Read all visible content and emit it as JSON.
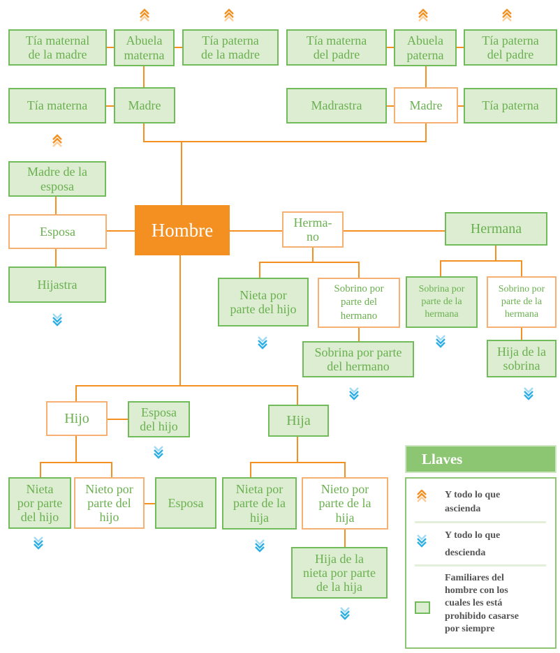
{
  "colors": {
    "connector": "#f39021",
    "green_fill": "#dcedd2",
    "green_border": "#72bb5a",
    "green_text": "#6ab04f",
    "white_border": "#f6b072",
    "center_fill": "#f39021",
    "up_arrow": "#f39021",
    "down_arrow": "#2eaee4"
  },
  "nodes": {
    "tia_maternal_madre": "Tía maternal\nde la madre",
    "abuela_materna": "Abuela\nmaterna",
    "tia_paterna_madre": "Tía paterna\nde la madre",
    "tia_materna_padre": "Tía materna\ndel padre",
    "abuela_paterna": "Abuela\npaterna",
    "tia_paterna_padre": "Tía paterna\ndel padre",
    "tia_materna": "Tía materna",
    "madre": "Madre",
    "madrastra": "Madrastra",
    "madre2": "Madre",
    "tia_paterna": "Tía paterna",
    "madre_esposa": "Madre de la\nesposa",
    "esposa": "Esposa",
    "hijastra": "Hijastra",
    "hombre": "Hombre",
    "hermano": "Herma-\nno",
    "hermana": "Hermana",
    "nieta_hijo_h": "Nieta por\nparte del hijo",
    "sobrino_hermano": "Sobrino por\nparte del\nhermano",
    "sobrina_hermana": "Sobrina por\nparte de la\nhermana",
    "sobrino_hermana": "Sobrino por\nparte de la\nhermana",
    "sobrina_hermano": "Sobrina por parte\ndel hermano",
    "hija_sobrina": "Hija de la\nsobrina",
    "hijo": "Hijo",
    "esposa_hijo": "Esposa\ndel hijo",
    "hija": "Hija",
    "nieta_hijo": "Nieta\npor parte\ndel hijo",
    "nieto_hijo": "Nieto por\nparte del\nhijo",
    "esposa_nieto": "Esposa",
    "nieta_hija": "Nieta por\nparte de la\nhija",
    "nieto_hija": "Nieto por\nparte de la\nhija",
    "hija_nieta_hija": "Hija de la\nnieta por parte\nde la hija"
  },
  "legend": {
    "title": "Llaves",
    "ascend": "Y todo lo que\nascienda",
    "descend": "Y todo lo que\ndescienda",
    "prohibited": "Familiares del\nhombre con los\ncuales les está\nprohibido casarse\npor siempre"
  }
}
